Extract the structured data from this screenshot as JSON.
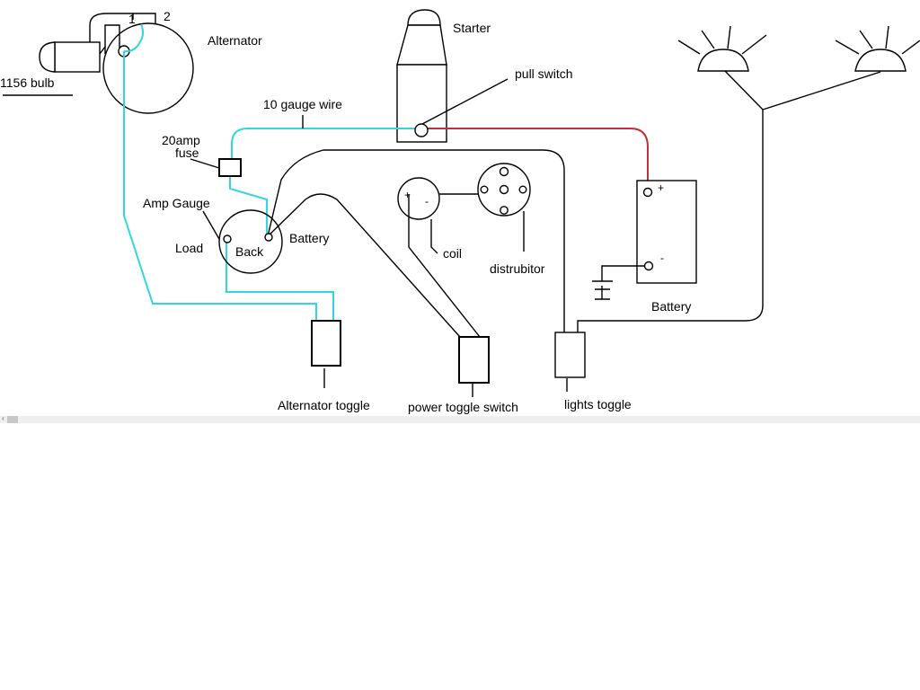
{
  "diagram": {
    "title": "Tractor wiring diagram",
    "labels": {
      "alternator": "Alternator",
      "terminal_1": "1",
      "terminal_2": "2",
      "bulb": "1156 bulb",
      "starter": "Starter",
      "pull_switch": "pull switch",
      "gauge_wire": "10 gauge wire",
      "fuse_line1": "20amp",
      "fuse_line2": "fuse",
      "amp_gauge": "Amp Gauge",
      "load": "Load",
      "back": "Back",
      "gauge_battery": "Battery",
      "coil": "coil",
      "coil_plus": "+",
      "coil_minus": "-",
      "distributor": "distrubitor",
      "battery": "Battery",
      "battery_plus": "+",
      "battery_minus": "-",
      "alternator_toggle": "Alternator toggle",
      "power_toggle": "power toggle switch",
      "lights_toggle": "lights toggle"
    },
    "wire_colors": {
      "charging": "#33d6e0",
      "starter_positive": "#c0303c",
      "general": "#000000"
    }
  },
  "scrollbar": {
    "arrow_icon": "‹"
  }
}
